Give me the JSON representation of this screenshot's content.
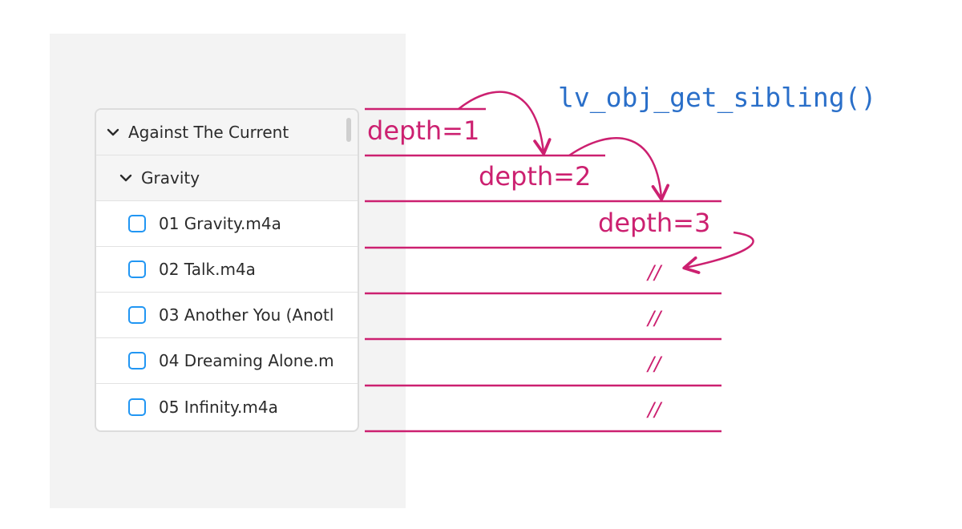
{
  "list": {
    "rows": [
      {
        "label": "Against The Current",
        "kind": "expanded-group",
        "depth": 1
      },
      {
        "label": "Gravity",
        "kind": "expanded-group",
        "depth": 2
      },
      {
        "label": "01 Gravity.m4a",
        "kind": "file",
        "depth": 3,
        "checked": false
      },
      {
        "label": "02 Talk.m4a",
        "kind": "file",
        "depth": 3,
        "checked": false
      },
      {
        "label": "03 Another You (Anotl",
        "kind": "file",
        "depth": 3,
        "checked": false
      },
      {
        "label": "04 Dreaming Alone.m",
        "kind": "file",
        "depth": 3,
        "checked": false
      },
      {
        "label": "05 Infinity.m4a",
        "kind": "file",
        "depth": 3,
        "checked": false
      }
    ]
  },
  "annotations": {
    "function_name": "lv_obj_get_sibling()",
    "depth_labels": [
      "depth=1",
      "depth=2",
      "depth=3"
    ],
    "ditto_mark": "//",
    "colors": {
      "annotation": "#cc2070",
      "function": "#2a6fc9",
      "checkbox": "#2196f3"
    }
  }
}
